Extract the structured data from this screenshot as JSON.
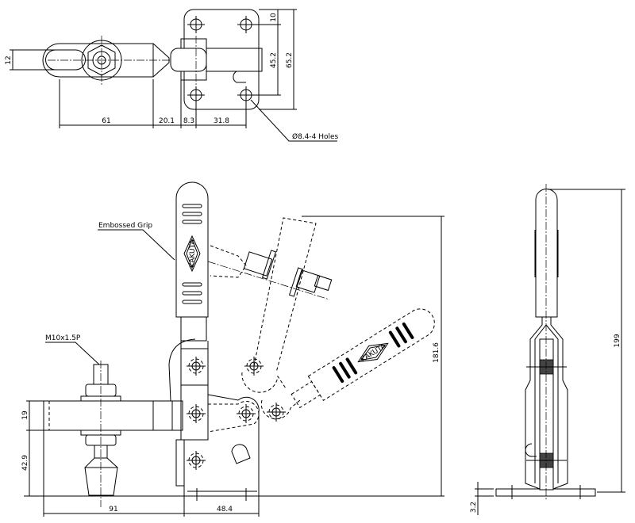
{
  "top_view": {
    "dims": {
      "handle_width": "12",
      "handle_length": "61",
      "taper_length": "20.1",
      "hole_offset": "8.3",
      "hole_pitch_x": "31.8",
      "hole_edge": "10",
      "hole_pitch_y": "45.2",
      "plate_height": "65.2"
    },
    "hole_callout": "Ø8.4-4 Holes"
  },
  "side_view": {
    "labels": {
      "thread": "M10x1.5P",
      "grip": "Embossed Grip",
      "brand": "KAKUTA"
    },
    "dims": {
      "arm_thickness": "19",
      "arm_height": "42.9",
      "arm_reach": "91",
      "base_length": "48.4",
      "open_height": "181.6"
    }
  },
  "end_view": {
    "dims": {
      "overall_height": "199",
      "base_thickness": "3.2"
    }
  },
  "colors": {
    "line": "#000000",
    "background": "#ffffff",
    "roller": "#444444"
  }
}
